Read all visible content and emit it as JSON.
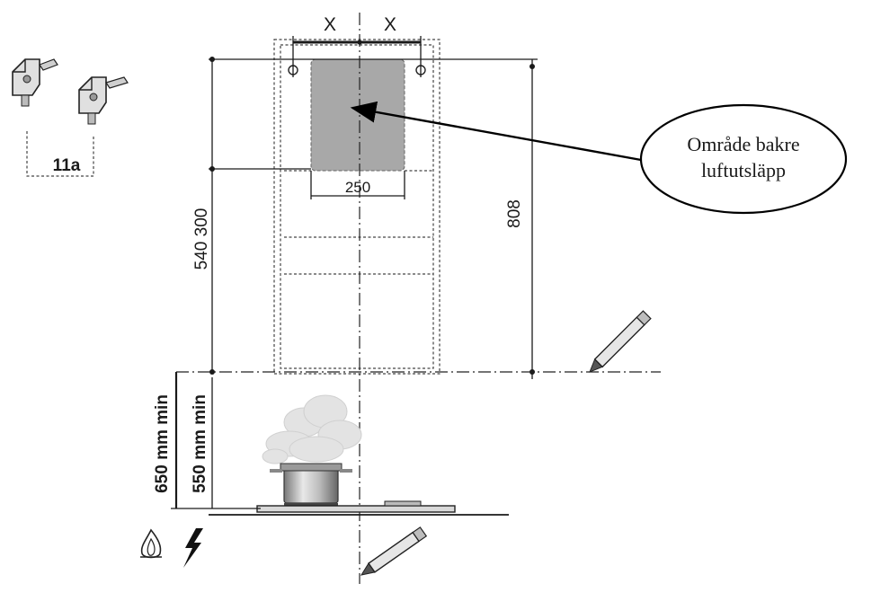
{
  "labels": {
    "x_left": "X",
    "x_right": "X",
    "width_250": "250",
    "height_540_300": "540 300",
    "height_808": "808",
    "min_650": "650 mm min",
    "min_550": "550 mm min",
    "bracket_ref": "11a"
  },
  "callout": {
    "line1": "Område bakre",
    "line2": "luftutsläpp"
  },
  "icons": {
    "brackets": "mounting-bracket-icon",
    "pencil": "pencil-icon",
    "gas": "gas-flame-icon",
    "electric": "lightning-icon",
    "pot": "cooking-pot-icon"
  },
  "colors": {
    "vent_area": "#a8a8a8",
    "line": "#1a1a1a"
  }
}
